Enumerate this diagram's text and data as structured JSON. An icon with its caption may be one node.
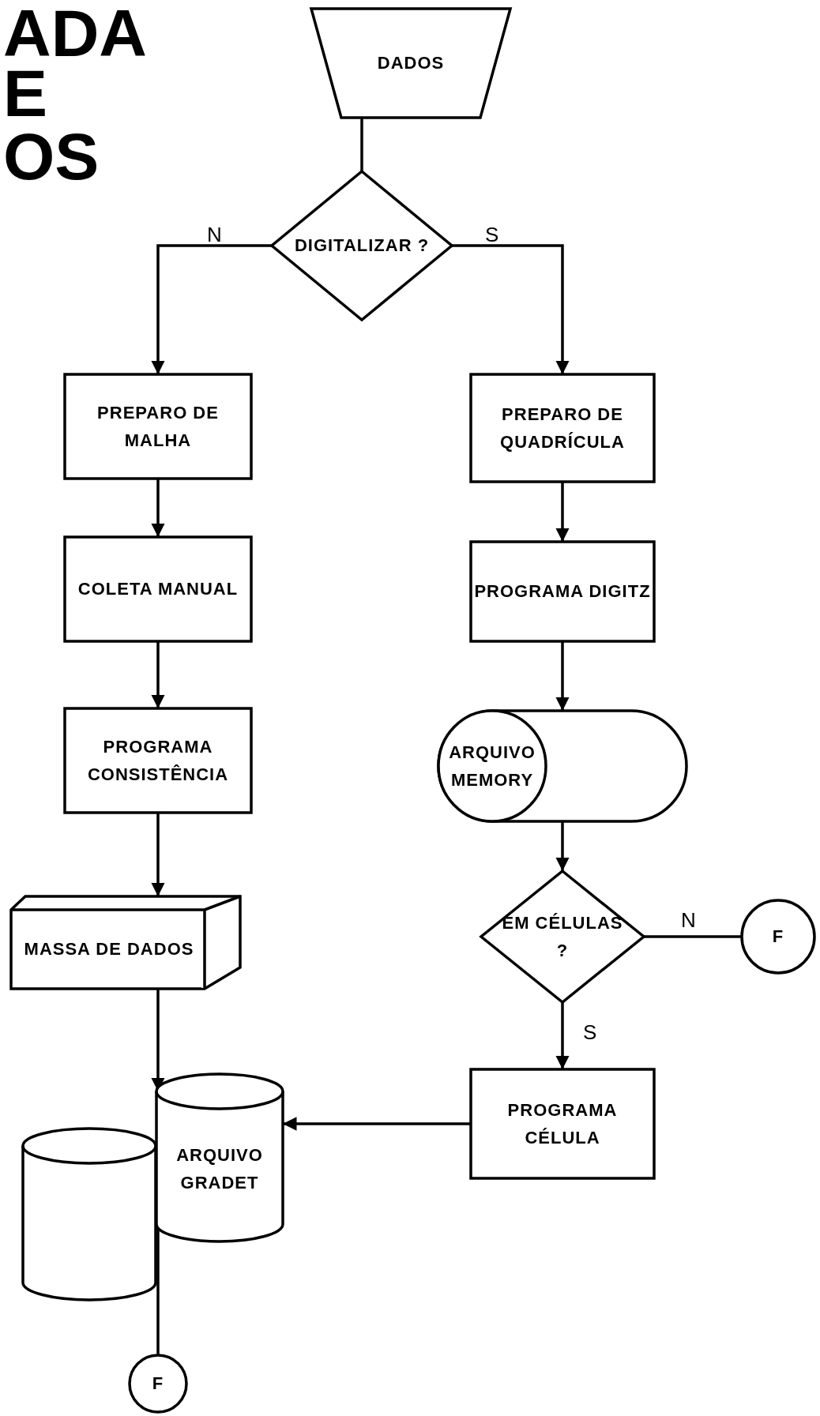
{
  "diagram": {
    "nodes": [
      {
        "text": [
          "DADOS"
        ]
      },
      {
        "text": [
          "DIGITALIZAR ?"
        ]
      },
      {
        "text": [
          "PREPARO DE MALHA"
        ]
      },
      {
        "text": [
          "PREPARO DE QUADRÍCULA"
        ]
      },
      {
        "text": [
          "COLETA MANUAL"
        ]
      },
      {
        "text": [
          "PROGRAMA DIGITZ"
        ]
      },
      {
        "text": [
          "PROGRAMA CONSISTÊNCIA"
        ]
      },
      {
        "text": [
          "ARQUIVO MEMORY"
        ]
      },
      {
        "text": [
          "MASSA DE DADOS"
        ]
      },
      {
        "text": [
          "EM CÉLULAS ?"
        ]
      },
      {
        "text": [
          "F"
        ]
      },
      {
        "text": [
          "PROGRAMA CÉLULA"
        ]
      },
      {
        "text": [
          "ARQUIVO GRADET"
        ]
      },
      {
        "text": [],
        "shape": "cylinder"
      },
      {
        "text": [
          "F"
        ]
      }
    ],
    "edges": [
      {
        "from": 0,
        "to": 1,
        "arrow": "none"
      },
      {
        "from": 1,
        "to": 2,
        "arrow": "to",
        "label": "N"
      },
      {
        "from": 1,
        "to": 3,
        "arrow": "to",
        "label": "S"
      },
      {
        "from": 2,
        "to": 4,
        "arrow": "to"
      },
      {
        "from": 3,
        "to": 5,
        "arrow": "to"
      },
      {
        "from": 4,
        "to": 6,
        "arrow": "to"
      },
      {
        "from": 5,
        "to": 7,
        "arrow": "to"
      },
      {
        "from": 6,
        "to": 8,
        "arrow": "to"
      },
      {
        "from": 7,
        "to": 9,
        "arrow": "to"
      },
      {
        "from": 9,
        "to": 10,
        "arrow": "none",
        "label": "N"
      },
      {
        "from": 9,
        "to": 11,
        "arrow": "to",
        "label": "S"
      },
      {
        "from": 11,
        "to": 12,
        "arrow": "to"
      },
      {
        "from": 8,
        "to": 12,
        "arrow": "to"
      },
      {
        "from": 12,
        "to": 14,
        "arrow": "none"
      }
    ],
    "labels": [
      "ADA",
      "E",
      "OS"
    ]
  }
}
